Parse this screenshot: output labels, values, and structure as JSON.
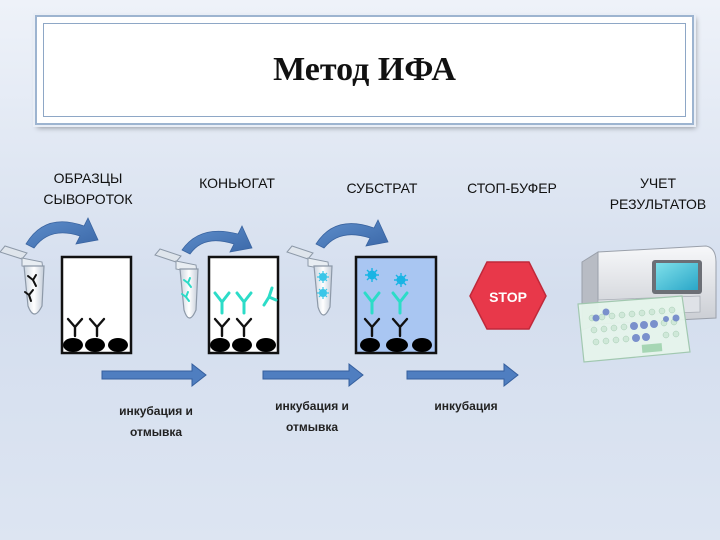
{
  "title": "Метод ИФА",
  "steps": [
    {
      "line1": "ОБРАЗЦЫ",
      "line2": "СЫВОРОТОК"
    },
    {
      "line1": "КОНЬЮГАТ"
    },
    {
      "line1": "СУБСТРАТ"
    },
    {
      "line1": "СТОП-БУФЕР"
    },
    {
      "line1": "УЧЕТ",
      "line2": "РЕЗУЛЬТАТОВ"
    }
  ],
  "stop_sign": {
    "label": "STOP",
    "color": "#e8384a"
  },
  "incubations": [
    {
      "line1": "инкубация и",
      "line2": "отмывка"
    },
    {
      "line1": "инкубация и",
      "line2": "отмывка"
    },
    {
      "line1": "инкубация"
    }
  ],
  "colors": {
    "arrow": "#4f7ec0",
    "conjugate": "#2cdcc8",
    "substrate": "#3ac6e8",
    "well_fill_substrate": "#a9c6f2"
  }
}
